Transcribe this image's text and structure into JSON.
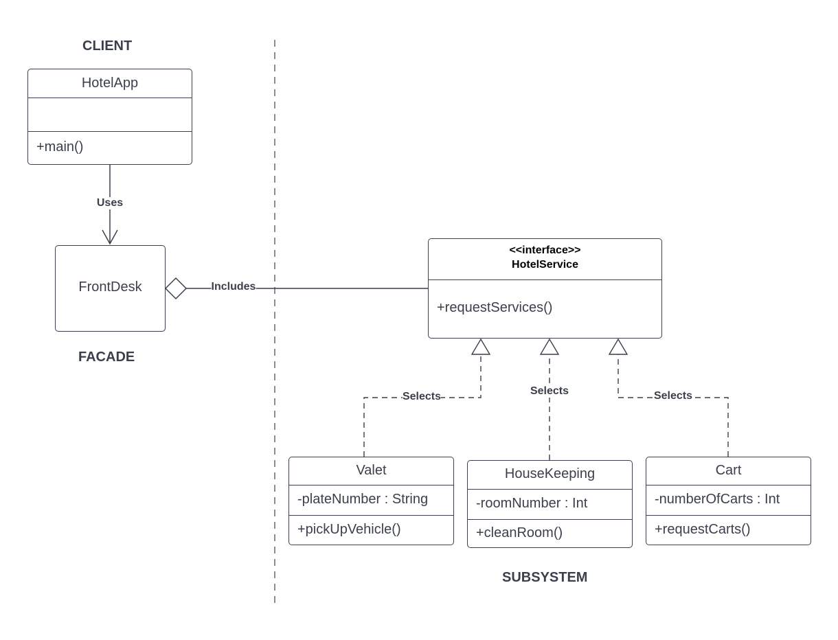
{
  "sections": {
    "client": "CLIENT",
    "facade": "FACADE",
    "subsystem": "SUBSYSTEM"
  },
  "classes": {
    "hotel_app": {
      "name": "HotelApp",
      "attributes": "",
      "methods": [
        "+main()"
      ]
    },
    "front_desk": {
      "name": "FrontDesk"
    },
    "hotel_service": {
      "stereotype": "<<interface>>",
      "name": "HotelService",
      "methods": [
        "+requestServices()"
      ]
    },
    "valet": {
      "name": "Valet",
      "attributes": [
        "-plateNumber : String"
      ],
      "methods": [
        "+pickUpVehicle()"
      ]
    },
    "house_keeping": {
      "name": "HouseKeeping",
      "attributes": [
        "-roomNumber : Int"
      ],
      "methods": [
        "+cleanRoom()"
      ]
    },
    "cart": {
      "name": "Cart",
      "attributes": [
        "-numberOfCarts : Int"
      ],
      "methods": [
        "+requestCarts()"
      ]
    }
  },
  "relations": {
    "uses": "Uses",
    "includes": "Includes",
    "selects_valet": "Selects",
    "selects_housekeeping": "Selects",
    "selects_cart": "Selects"
  },
  "colors": {
    "stroke": "#3a3f4b",
    "text": "#3a3f4b",
    "interface_text": "#000000",
    "background": "#ffffff"
  }
}
